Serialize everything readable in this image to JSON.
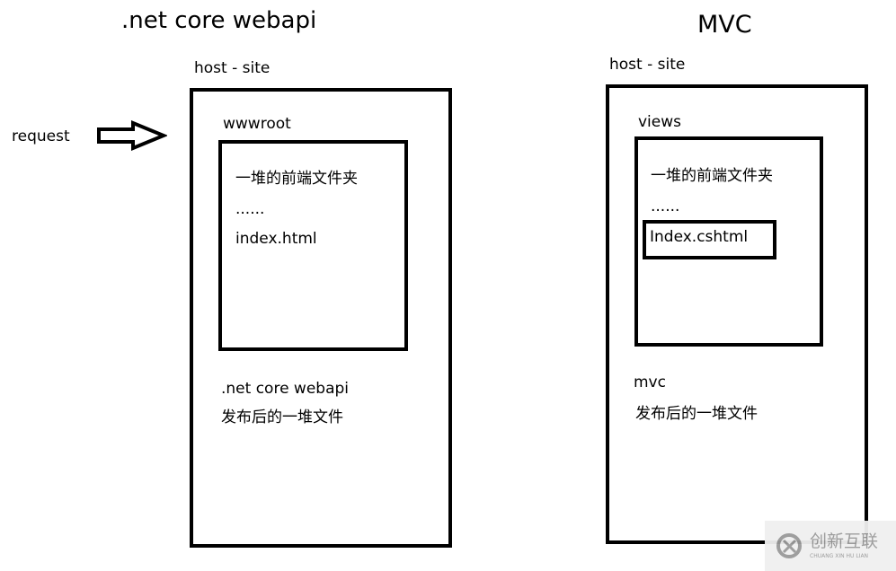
{
  "left": {
    "title": ".net core webapi",
    "host": "host - site",
    "folder": "wwwroot",
    "line1": "一堆的前端文件夹",
    "line2": "......",
    "file": "index.html",
    "footer1": ".net core webapi",
    "footer2": "发布后的一堆文件"
  },
  "request": {
    "label": "request",
    "icon": "hollow-arrow-right-icon"
  },
  "right": {
    "title": "MVC",
    "host": "host - site",
    "folder": "views",
    "line1": "一堆的前端文件夹",
    "line2": "......",
    "file": "Index.cshtml",
    "footer1": "mvc",
    "footer2": "发布后的一堆文件"
  },
  "watermark": {
    "cn": "创新互联",
    "en": "CHUANG XIN HU LIAN"
  }
}
